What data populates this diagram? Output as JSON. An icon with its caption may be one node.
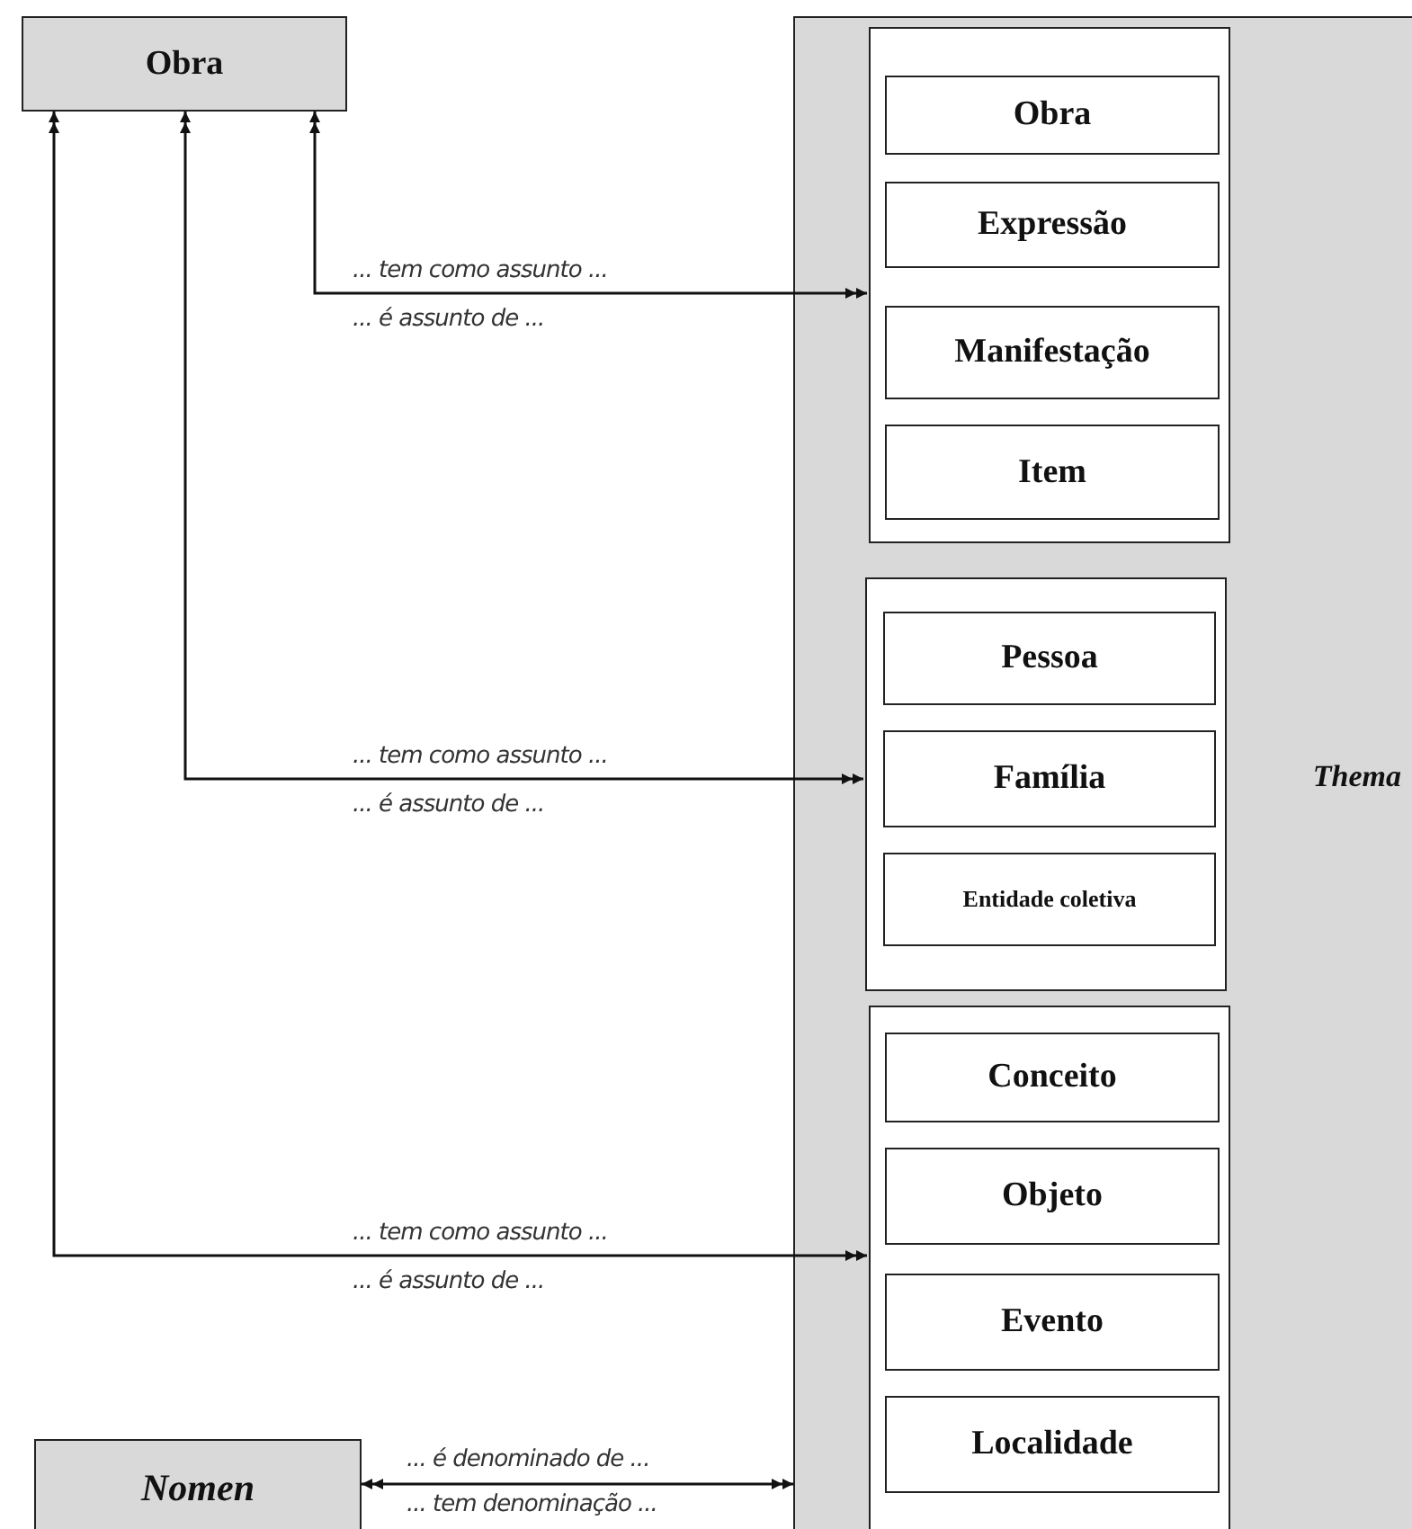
{
  "diagram": {
    "nodes": [
      {
        "text": [
          "Obra"
        ]
      },
      {
        "text": [
          "Thema"
        ]
      },
      {
        "text": [],
        "shape": "box",
        "in": 1
      },
      {
        "text": [
          "Obra"
        ],
        "in": 2
      },
      {
        "text": [
          "Expressão"
        ],
        "in": 2
      },
      {
        "text": [
          "Manifestação"
        ],
        "in": 2
      },
      {
        "text": [
          "Item"
        ],
        "in": 2
      },
      {
        "text": [],
        "shape": "box",
        "in": 1
      },
      {
        "text": [
          "Pessoa"
        ],
        "in": 7
      },
      {
        "text": [
          "Família"
        ],
        "in": 7
      },
      {
        "text": [
          "Entidade coletiva"
        ],
        "in": 7
      },
      {
        "text": [],
        "shape": "box",
        "in": 1
      },
      {
        "text": [
          "Conceito"
        ],
        "in": 11
      },
      {
        "text": [
          "Objeto"
        ],
        "in": 11
      },
      {
        "text": [
          "Evento"
        ],
        "in": 11
      },
      {
        "text": [
          "Localidade"
        ],
        "in": 11
      },
      {
        "text": [
          "Nomen"
        ]
      }
    ],
    "edges": [
      {
        "from": 0,
        "to": 2,
        "arrow": "both",
        "label": "... tem como assunto ..."
      },
      {
        "from": 0,
        "to": 7,
        "arrow": "both",
        "label": "... tem como assunto ..."
      },
      {
        "from": 0,
        "to": 11,
        "arrow": "both",
        "label": "... tem como assunto ..."
      },
      {
        "from": 16,
        "to": 1,
        "arrow": "both",
        "label": "... é denominado de ..."
      }
    ],
    "labels": [
      "... é assunto de ...",
      "... é assunto de ...",
      "... é assunto de ...",
      "... tem denominação ..."
    ]
  }
}
